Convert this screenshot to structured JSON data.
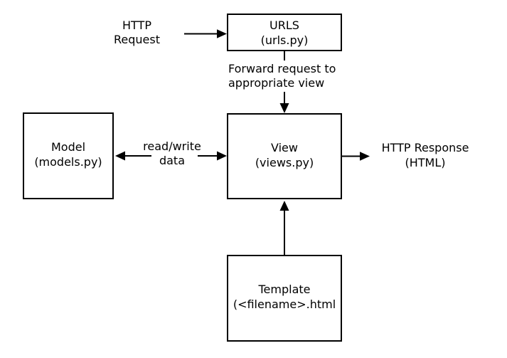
{
  "boxes": {
    "urls": {
      "title": "URLS",
      "subtitle": "(urls.py)"
    },
    "model": {
      "title": "Model",
      "subtitle": "(models.py)"
    },
    "view": {
      "title": "View",
      "subtitle": "(views.py)"
    },
    "template": {
      "title": "Template",
      "subtitle": "(<filename>.html"
    }
  },
  "labels": {
    "http_request": "HTTP\nRequest",
    "forward": "Forward request to\nappropriate view",
    "read_write": "read/write\ndata",
    "http_response": "HTTP Response\n(HTML)"
  },
  "connections": [
    {
      "from": "HTTP Request",
      "to": "URLS",
      "direction": "right"
    },
    {
      "from": "URLS",
      "to": "View",
      "direction": "down",
      "label": "Forward request to appropriate view"
    },
    {
      "from": "View",
      "to": "Model",
      "direction": "left",
      "label": "read/write data"
    },
    {
      "from": "Model",
      "to": "View",
      "direction": "right",
      "label": "read/write data"
    },
    {
      "from": "View",
      "to": "HTTP Response",
      "direction": "right"
    },
    {
      "from": "Template",
      "to": "View",
      "direction": "up"
    }
  ],
  "colors": {
    "line": "#000000",
    "background": "#ffffff"
  }
}
